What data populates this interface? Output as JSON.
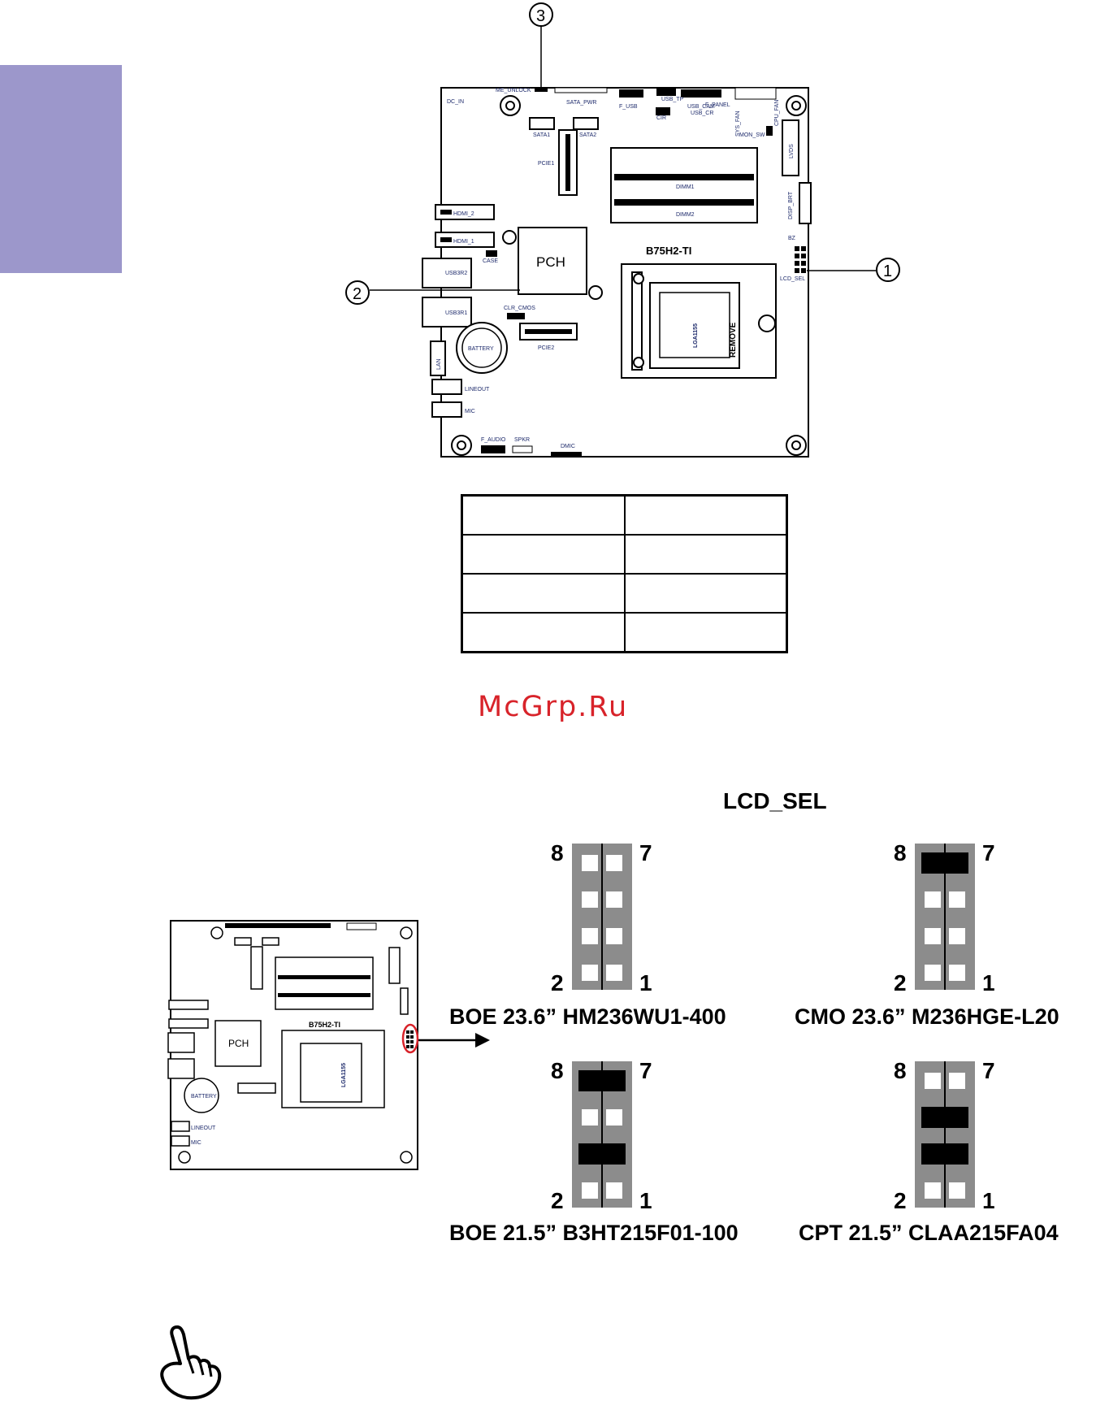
{
  "board_top": {
    "model": "B75H2-TI",
    "chip_pch": "PCH",
    "socket": "LGA1155",
    "socket_remove": "REMOVE",
    "labels": {
      "dc_in": "DC_IN",
      "me_unlock": "ME_UNLOCK",
      "sata_pwr": "SATA_PWR",
      "f_usb": "F_USB",
      "usb_tp": "USB_TP",
      "usb_cam": "USB_CAM",
      "usb_cr": "USB_CR",
      "cir": "CIR",
      "f_panel": "F_PANEL",
      "sys_fan": "SYS_FAN",
      "cpu_fan": "CPU_FAN",
      "mon_sw": "MON_SW",
      "sata1": "SATA1",
      "sata2": "SATA2",
      "pcie1": "PCIE1",
      "dimm1": "DIMM1",
      "dimm2": "DIMM2",
      "lvds": "LVDS",
      "disp_brt": "DISP_BRT",
      "bz": "BZ",
      "lcd_sel": "LCD_SEL",
      "hdmi_2": "HDMI_2",
      "hdmi_1": "HDMI_1",
      "case": "CASE",
      "usb3r2": "USB3R2",
      "usb3r1": "USB3R1",
      "clr_cmos": "CLR_CMOS",
      "battery": "BATTERY",
      "pcie2": "PCIE2",
      "lan": "LAN",
      "lineout": "LINEOUT",
      "mic": "MIC",
      "f_audio": "F_AUDIO",
      "spkr": "SPKR",
      "dmic": "DMIC"
    },
    "callouts": [
      "1",
      "2",
      "3"
    ]
  },
  "watermark": "McGrp.Ru",
  "lcd_sel": {
    "title": "LCD_SEL",
    "pin_labels": {
      "top_left": "8",
      "top_right": "7",
      "bottom_left": "2",
      "bottom_right": "1"
    },
    "settings": [
      {
        "caption": "BOE 23.6” HM236WU1-400",
        "jumpered_rows": []
      },
      {
        "caption": "CMO 23.6” M236HGE-L20",
        "jumpered_rows": [
          1
        ]
      },
      {
        "caption": "BOE 21.5” B3HT215F01-100",
        "jumpered_rows": [
          1,
          3
        ]
      },
      {
        "caption": "CPT 21.5” CLAA215FA04",
        "jumpered_rows": [
          2,
          3
        ]
      }
    ]
  },
  "board_small": {
    "model": "B75H2-TI",
    "chip_pch": "PCH",
    "socket": "LGA1155",
    "battery": "BATTERY",
    "lineout": "LINEOUT",
    "mic": "MIC"
  },
  "icons": {
    "note": "pointing-hand-icon"
  }
}
